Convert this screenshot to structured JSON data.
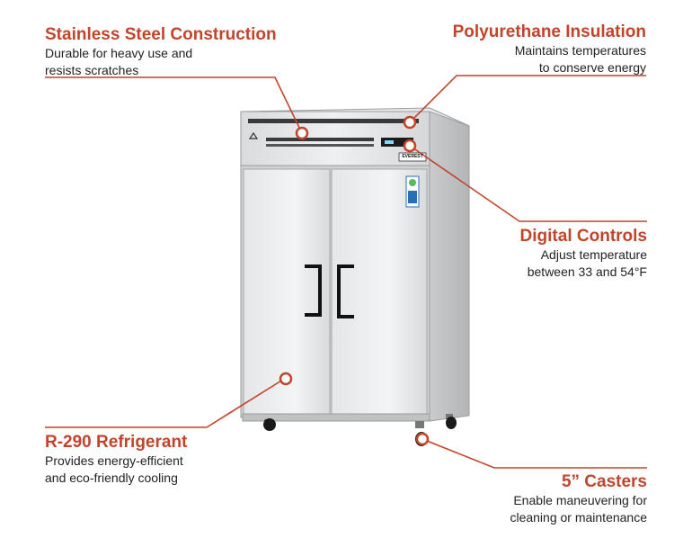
{
  "accent_color": "#c2442b",
  "text_color": "#222222",
  "product": {
    "badge_text": "EVEREST"
  },
  "features": [
    {
      "id": "stainless",
      "title": "Stainless Steel Construction",
      "lines": [
        "Durable for heavy use and",
        "resists scratches"
      ]
    },
    {
      "id": "insulation",
      "title": "Polyurethane Insulation",
      "lines": [
        "Maintains temperatures",
        "to conserve energy"
      ]
    },
    {
      "id": "controls",
      "title": "Digital Controls",
      "lines": [
        "Adjust temperature",
        "between 33 and 54°F"
      ]
    },
    {
      "id": "refrigerant",
      "title": "R-290 Refrigerant",
      "lines": [
        "Provides energy-efficient",
        "and eco-friendly cooling"
      ]
    },
    {
      "id": "casters",
      "title": "5” Casters",
      "lines": [
        "Enable maneuvering for",
        "cleaning or maintenance"
      ]
    }
  ]
}
